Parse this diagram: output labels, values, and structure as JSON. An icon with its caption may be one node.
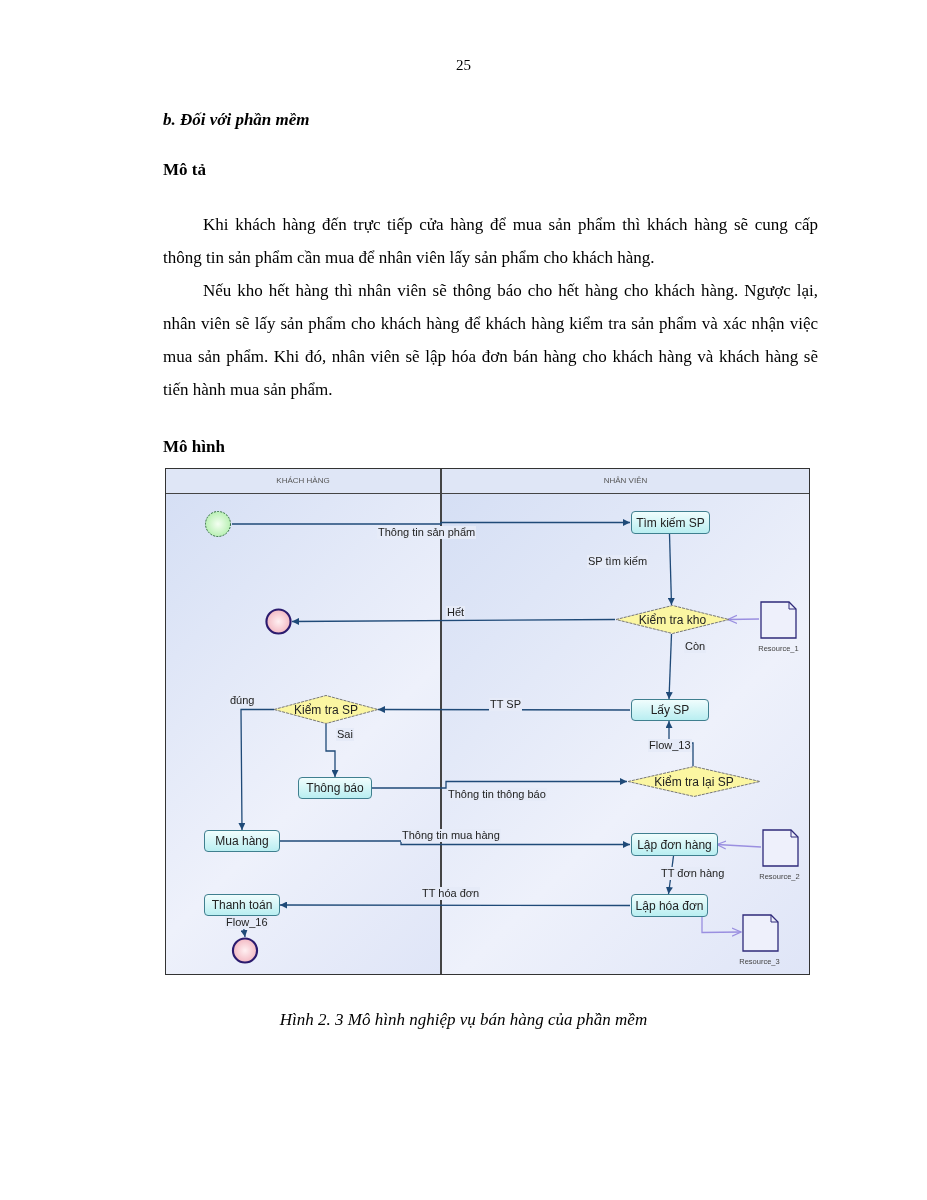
{
  "diagram": {
    "title": "b. Đối với phần mềm",
    "caption": "Hình 2. 3 Mô hình nghiệp vụ bán hàng của phần mềm",
    "labels": [
      "25",
      "Mô tả",
      "Khi khách hàng đến trực tiếp cửa hàng để mua sản phẩm thì khách hàng sẽ cung cấp thông tin sản phẩm cần mua để nhân viên lấy sản phẩm cho khách hàng.",
      "Nếu kho hết hàng thì nhân viên sẽ thông báo cho hết hàng cho khách hàng. Ngược lại, nhân viên sẽ lấy sản phẩm cho khách hàng để khách hàng kiểm tra sản phẩm và xác nhận việc mua sản phẩm. Khi đó, nhân viên sẽ lập hóa đơn bán hàng cho khách hàng và khách hàng sẽ tiến hành mua sản phẩm.",
      "Mô hình"
    ],
    "nodes": [
      {
        "text": [
          "KHÁCH HÀNG"
        ]
      },
      {
        "text": [
          "NHÂN VIÊN"
        ]
      },
      {
        "text": [],
        "shape": "circle",
        "in": 0
      },
      {
        "text": [
          "Tìm kiếm SP"
        ],
        "in": 1
      },
      {
        "text": [
          "Kiểm tra kho"
        ],
        "in": 1
      },
      {
        "text": [
          "Resource_1"
        ],
        "in": 1
      },
      {
        "text": [],
        "shape": "circle",
        "in": 0
      },
      {
        "text": [
          "Lấy SP"
        ],
        "in": 1
      },
      {
        "text": [
          "Kiểm tra SP"
        ],
        "in": 0
      },
      {
        "text": [
          "Thông báo"
        ],
        "in": 0
      },
      {
        "text": [
          "Kiểm tra lại SP"
        ],
        "in": 1
      },
      {
        "text": [
          "Mua hàng"
        ],
        "in": 0
      },
      {
        "text": [
          "Lập đơn hàng"
        ],
        "in": 1
      },
      {
        "text": [
          "Resource_2"
        ],
        "in": 1
      },
      {
        "text": [
          "Lập hóa đơn"
        ],
        "in": 1
      },
      {
        "text": [
          "Resource_3"
        ],
        "in": 1
      },
      {
        "text": [
          "Thanh toán"
        ],
        "in": 0
      },
      {
        "text": [],
        "shape": "circle",
        "in": 0
      }
    ],
    "edges": [
      {
        "from": 2,
        "to": 3,
        "arrow": "to",
        "label": "Thông tin sản phẩm"
      },
      {
        "from": 3,
        "to": 4,
        "arrow": "to",
        "label": "SP tìm kiếm"
      },
      {
        "from": 4,
        "to": 6,
        "arrow": "to",
        "label": "Hết"
      },
      {
        "from": 5,
        "to": 4,
        "arrow": "to",
        "color": "#9a8fe0"
      },
      {
        "from": 4,
        "to": 7,
        "arrow": "to",
        "label": "Còn"
      },
      {
        "from": 7,
        "to": 8,
        "arrow": "to",
        "label": "TT SP"
      },
      {
        "from": 8,
        "to": 11,
        "arrow": "to",
        "label": "đúng"
      },
      {
        "from": 8,
        "to": 9,
        "arrow": "to",
        "label": "Sai"
      },
      {
        "from": 9,
        "to": 10,
        "arrow": "to",
        "label": "Thông tin thông báo"
      },
      {
        "from": 10,
        "to": 7,
        "arrow": "to",
        "label": "Flow_13"
      },
      {
        "from": 11,
        "to": 12,
        "arrow": "to",
        "label": "Thông tin mua hàng"
      },
      {
        "from": 13,
        "to": 12,
        "arrow": "to",
        "color": "#9a8fe0"
      },
      {
        "from": 12,
        "to": 14,
        "arrow": "to",
        "label": "TT đơn hàng"
      },
      {
        "from": 14,
        "to": 15,
        "arrow": "to",
        "color": "#9a8fe0"
      },
      {
        "from": 14,
        "to": 16,
        "arrow": "to",
        "label": "TT hóa đơn"
      },
      {
        "from": 16,
        "to": 17,
        "arrow": "to",
        "label": "Flow_16"
      }
    ]
  }
}
